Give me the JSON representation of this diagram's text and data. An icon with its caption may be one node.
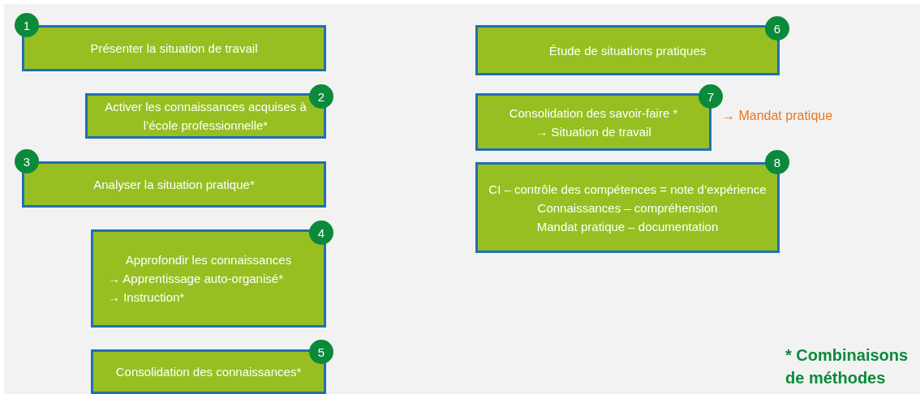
{
  "diagram": {
    "nodes": [
      {
        "text": [
          "1"
        ]
      },
      {
        "text": [
          "Présenter la situation de travail"
        ]
      },
      {
        "text": [
          "Activer les connaissances acquises à l’école professionnelle*"
        ]
      },
      {
        "text": [
          "2"
        ]
      },
      {
        "text": [
          "3"
        ]
      },
      {
        "text": [
          "Analyser la situation pratique*"
        ]
      },
      {
        "text": [
          "Approfondir les connaissances",
          "→ Apprentissage auto-organisé*",
          "→ Instruction*"
        ]
      },
      {
        "text": [
          "4"
        ]
      },
      {
        "text": [
          "Consolidation des connaissances*"
        ]
      },
      {
        "text": [
          "5"
        ]
      },
      {
        "text": [
          "Étude de situations pratiques"
        ]
      },
      {
        "text": [
          "6"
        ]
      },
      {
        "text": [
          "Consolidation des savoir-faire *",
          "→ Situation de travail"
        ]
      },
      {
        "text": [
          "7"
        ]
      },
      {
        "text": [
          "CI – contrôle des compétences = note d’expérience",
          "Connaissances – compréhension",
          "Mandat pratique – documentation"
        ]
      },
      {
        "text": [
          "8"
        ]
      }
    ],
    "labels": [
      "→ Mandat pratique",
      "* Combinaisons de méthodes"
    ]
  }
}
